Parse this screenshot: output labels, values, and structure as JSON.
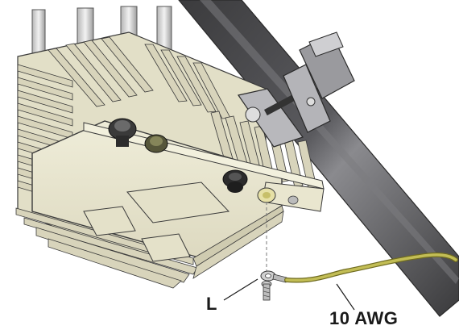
{
  "callouts": {
    "lug_label": "L",
    "wire_label": "10 AWG"
  },
  "colors": {
    "housing": "#e9e6cf",
    "housing_shadow": "#cfcbb0",
    "fin": "#d8d4bb",
    "outline": "#3a3a3a",
    "pole": "#4a4a4c",
    "pole_highlight": "#8a8a8e",
    "bracket": "#9a9a9e",
    "connector": "#2c2c2c",
    "ground_wire": "#b7b34a",
    "ground_wire_shadow": "#6f6b20"
  },
  "icons": {
    "radio_unit": "outdoor-radio-unit",
    "mounting_pole": "mounting-pole",
    "mounting_bracket": "pole-mount-bracket",
    "ground_lug": "ring-terminal-lug",
    "ground_wire": "ground-wire"
  }
}
